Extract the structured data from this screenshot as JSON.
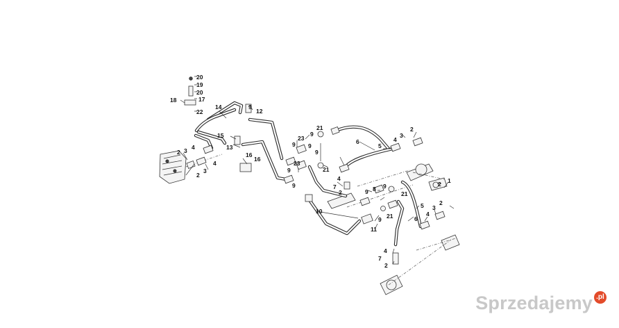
{
  "labels": [
    "20",
    "19",
    "20",
    "17",
    "18",
    "22",
    "14",
    "9",
    "12",
    "15",
    "13",
    "16",
    "16",
    "2",
    "3",
    "4",
    "2",
    "3",
    "4",
    "23",
    "9",
    "21",
    "9",
    "6",
    "5",
    "4",
    "3",
    "2",
    "9",
    "9",
    "23",
    "9",
    "21",
    "9",
    "4",
    "7",
    "2",
    "9",
    "8",
    "9",
    "21",
    "2",
    "1",
    "10",
    "9",
    "11",
    "21",
    "5",
    "6",
    "4",
    "3",
    "2",
    "4",
    "7",
    "2"
  ],
  "watermark": {
    "text": "Sprzedajemy",
    "badge": ".pl"
  }
}
